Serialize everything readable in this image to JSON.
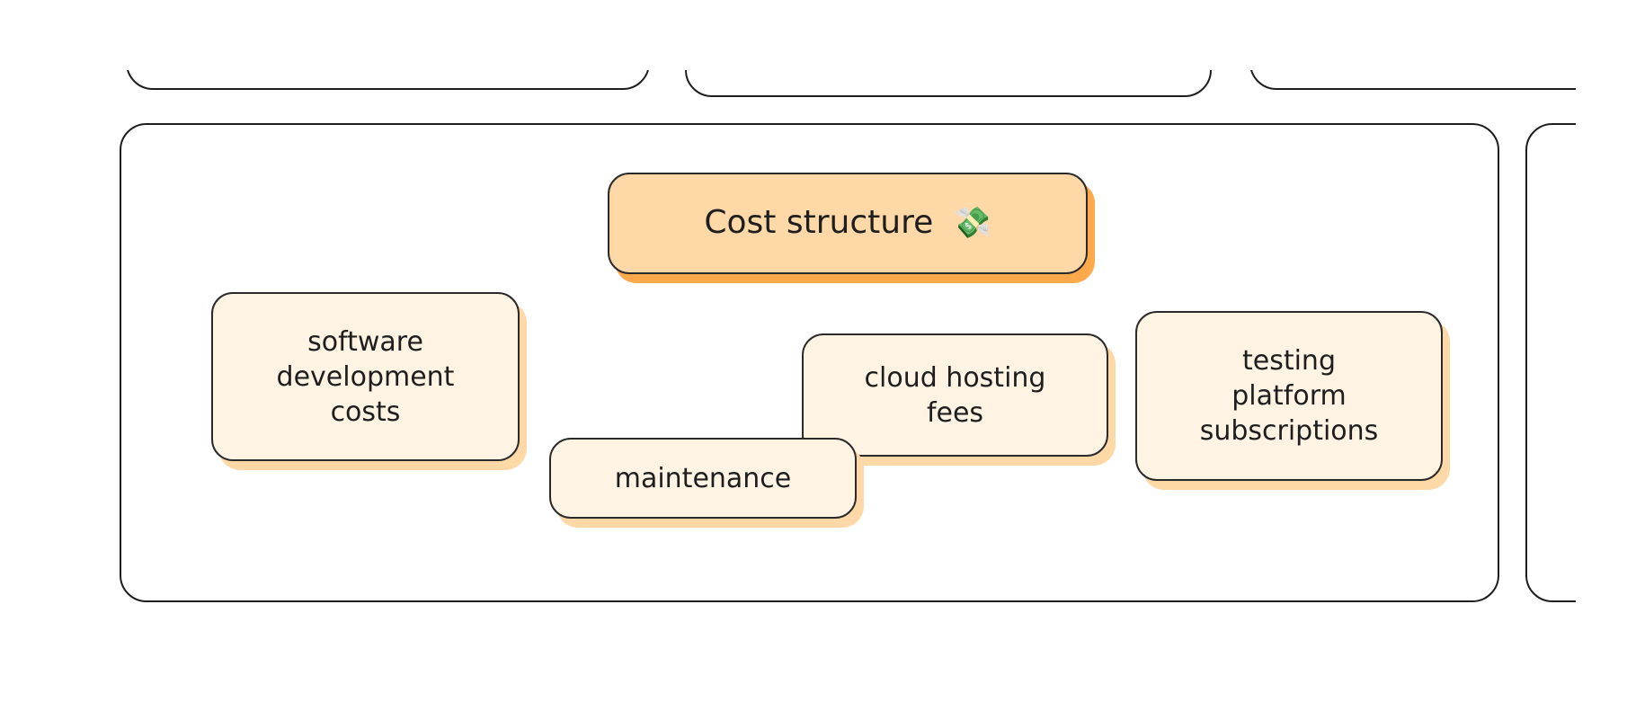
{
  "section": {
    "title": "Cost structure",
    "title_icon": "money-with-wings-icon",
    "items": [
      "software development costs",
      "maintenance",
      "cloud hosting fees",
      "testing platform subscriptions"
    ]
  },
  "colors": {
    "title_fill": "#ffd8a8",
    "title_shadow": "#ffa94d",
    "card_fill": "#fff3e3",
    "card_shadow": "#ffd8a8",
    "stroke": "#1e1e1e"
  }
}
